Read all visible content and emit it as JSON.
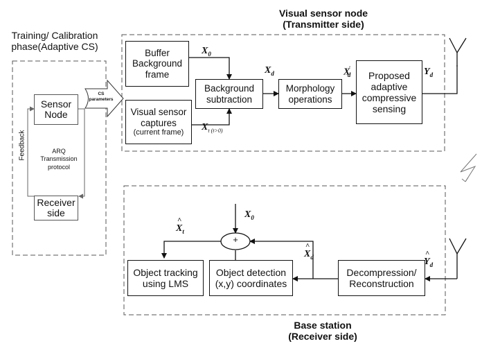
{
  "training": {
    "title_line1": "Training/ Calibration",
    "title_line2": "phase(Adaptive CS)",
    "sensor_node": "Sensor\nNode",
    "receiver_side": "Receiver\nside",
    "feedback": "Feedback",
    "arq_line1": "ARQ",
    "arq_line2": "Transmission",
    "arq_line3": "protocol",
    "cs_params_line1": "CS",
    "cs_params_line2": "parameters"
  },
  "transmitter": {
    "title_line1": "Visual sensor node",
    "title_line2": "(Transmitter side)",
    "buffer_line1": "Buffer",
    "buffer_line2": "Background",
    "buffer_line3": "frame",
    "capture_line1": "Visual sensor",
    "capture_line2": "captures",
    "capture_line3": "(current frame)",
    "bgsub_line1": "Background",
    "bgsub_line2": "subtraction",
    "morph_line1": "Morphology",
    "morph_line2": "operations",
    "acs_line1": "Proposed",
    "acs_line2": "adaptive",
    "acs_line3": "compressive",
    "acs_line4": "sensing"
  },
  "receiver": {
    "title_line1": "Base station",
    "title_line2": "(Receiver side)",
    "decomp_line1": "Decompression/",
    "decomp_line2": "Reconstruction",
    "detect_line1": "Object detection",
    "detect_line2": "(x,y) coordinates",
    "track_line1": "Object tracking",
    "track_line2": "using LMS",
    "sum_symbol": "+"
  },
  "variables": {
    "x0_top": "X",
    "x0_top_sub": "0",
    "xd": "X",
    "xd_sub": "d",
    "xd_prime": "X",
    "xd_prime_sub": "d",
    "xd_prime_mark": "'",
    "yd": "Y",
    "yd_sub": "d",
    "xt": "X",
    "xt_sub": "t (t>0)",
    "x0_bottom": "X",
    "x0_bottom_sub": "0",
    "xhat_t": "X",
    "xhat_t_sub": "t",
    "xhat_d": "X",
    "xhat_d_sub": "d",
    "yhat_d": "Y",
    "yhat_d_sub": "d",
    "hat": "^"
  }
}
